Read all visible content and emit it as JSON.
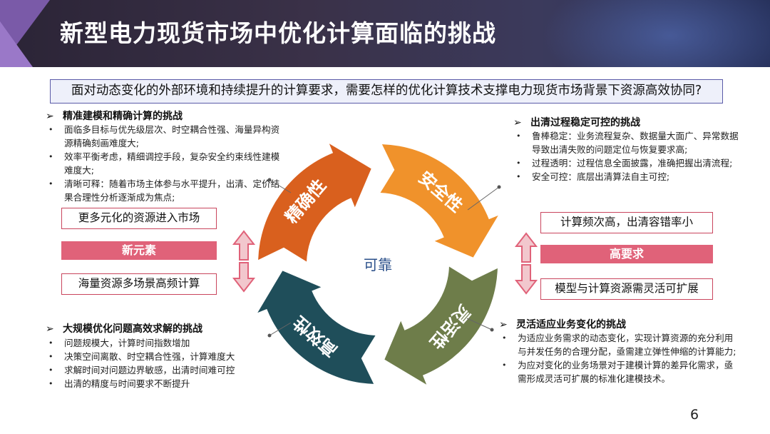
{
  "header": {
    "title": "新型电力现货市场中优化计算面临的挑战"
  },
  "question": "面对动态变化的外部环境和持续提升的计算要求，需要怎样的优化计算技术支撑电力现货市场背景下资源高效协同?",
  "top_left": {
    "heading": "精准建模和精确计算的挑战",
    "bullets": [
      "面临多目标与优先级层次、时空耦合性强、海量异构资源精确刻画难度大;",
      "效率平衡考虑，精细调控手段，复杂安全约束线性建模难度大;",
      "清晰可释：随着市场主体参与水平提升，出清、定价结果合理性分析逐渐成为焦点;"
    ]
  },
  "top_right": {
    "heading": "出清过程稳定可控的挑战",
    "bullets": [
      "鲁棒稳定：业务流程复杂、数据量大面广、异常数据导致出清失败的问题定位与恢复要求高;",
      "过程透明：过程信息全面披露，准确把握出清流程;",
      "安全可控：底层出清算法自主可控;"
    ]
  },
  "bottom_left": {
    "heading": "大规模优化问题高效求解的挑战",
    "bullets": [
      "问题规模大，计算时间指数增加",
      "决策空间离散、时空耦合性强，计算难度大",
      "求解时间对问题边界敏感，出清时间难可控",
      "出清的精度与时间要求不断提升"
    ]
  },
  "bottom_right": {
    "heading": "灵活适应业务变化的挑战",
    "bullets": [
      "为适应业务需求的动态变化，实现计算资源的充分利用与并发任务的合理分配，亟需建立弹性伸缩的计算能力;",
      "为应对变化的业务场景对于建模计算的差异化需求，亟需形成灵活可扩展的标准化建模技术。"
    ]
  },
  "left_panel": {
    "box_top": "更多元化的资源进入市场",
    "bar": "新元素",
    "box_bottom": "海量资源多场景高频计算"
  },
  "right_panel": {
    "box_top": "计算频次高，出清容错率小",
    "bar": "高要求",
    "box_bottom": "模型与计算资源需灵活可扩展"
  },
  "cycle": {
    "center": "可靠",
    "segments": [
      {
        "label": "精确性",
        "color": "#d9601e"
      },
      {
        "label": "安全性",
        "color": "#f0922b"
      },
      {
        "label": "灵活性",
        "color": "#6e7d4a"
      },
      {
        "label": "高效性",
        "color": "#1f4e5a"
      }
    ]
  },
  "page_number": "6",
  "colors": {
    "accent_pink": "#e06279",
    "box_border": "#c9455d",
    "question_border": "#5b5ba8"
  }
}
